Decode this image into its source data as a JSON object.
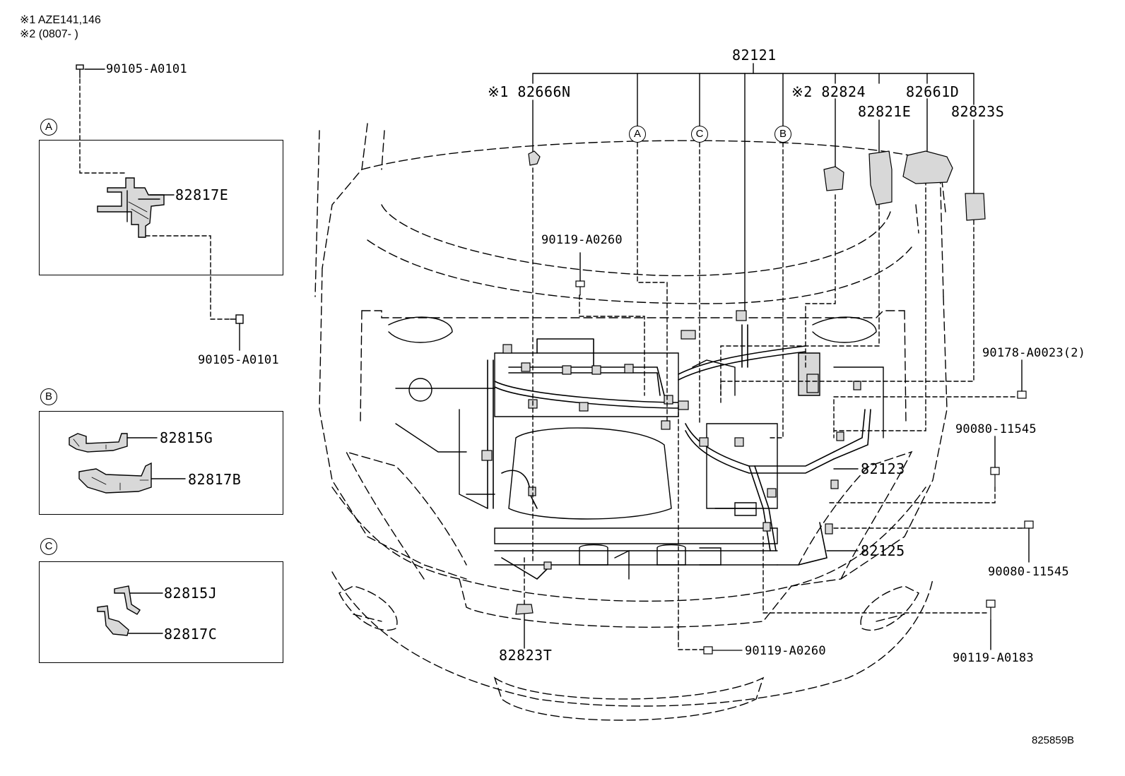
{
  "notes": {
    "note1": "※1 AZE141,146",
    "note2": "※2 (0807-     )"
  },
  "insets": {
    "a": {
      "marker": "A",
      "parts": [
        "82817E"
      ],
      "bolt_top": "90105-A0101",
      "bolt_bottom": "90105-A0101"
    },
    "b": {
      "marker": "B",
      "parts": [
        "82815G",
        "82817B"
      ]
    },
    "c": {
      "marker": "C",
      "parts": [
        "82815J",
        "82817C"
      ]
    }
  },
  "main": {
    "harness": "82121",
    "marker_a": "A",
    "marker_b": "B",
    "marker_c": "C",
    "p_82666N": "※1 82666N",
    "p_82824": "※2 82824",
    "p_82821E": "82821E",
    "p_82661D": "82661D",
    "p_82823S": "82823S",
    "p_90119_top": "90119-A0260",
    "p_90178": "90178-A0023(2)",
    "p_90080_a": "90080-11545",
    "p_82123": "82123",
    "p_82125": "82125",
    "p_90080_b": "90080-11545",
    "p_90119_a0183": "90119-A0183",
    "p_90119_bottom": "90119-A0260",
    "p_82823T": "82823T"
  },
  "diagram_id": "825859B",
  "colors": {
    "line": "#000000",
    "background": "#ffffff"
  }
}
